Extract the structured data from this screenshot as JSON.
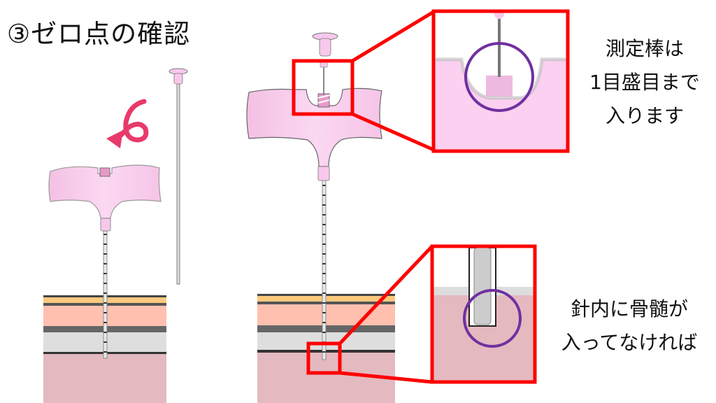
{
  "title": "③ゼロ点の確認",
  "note_top": [
    "測定棒は",
    "1目盛目まで",
    "入ります"
  ],
  "note_bottom": [
    "針内に骨髄が",
    "入ってなければ"
  ],
  "colors": {
    "highlight_box": "#ff0000",
    "circle": "#7030a0",
    "handle": "#f8c8ec",
    "tissue_fat": "#fbc97e",
    "tissue_skin": "#ffc0b0",
    "tissue_bone": "#dedede",
    "tissue_marrow": "#e4b9c0"
  }
}
